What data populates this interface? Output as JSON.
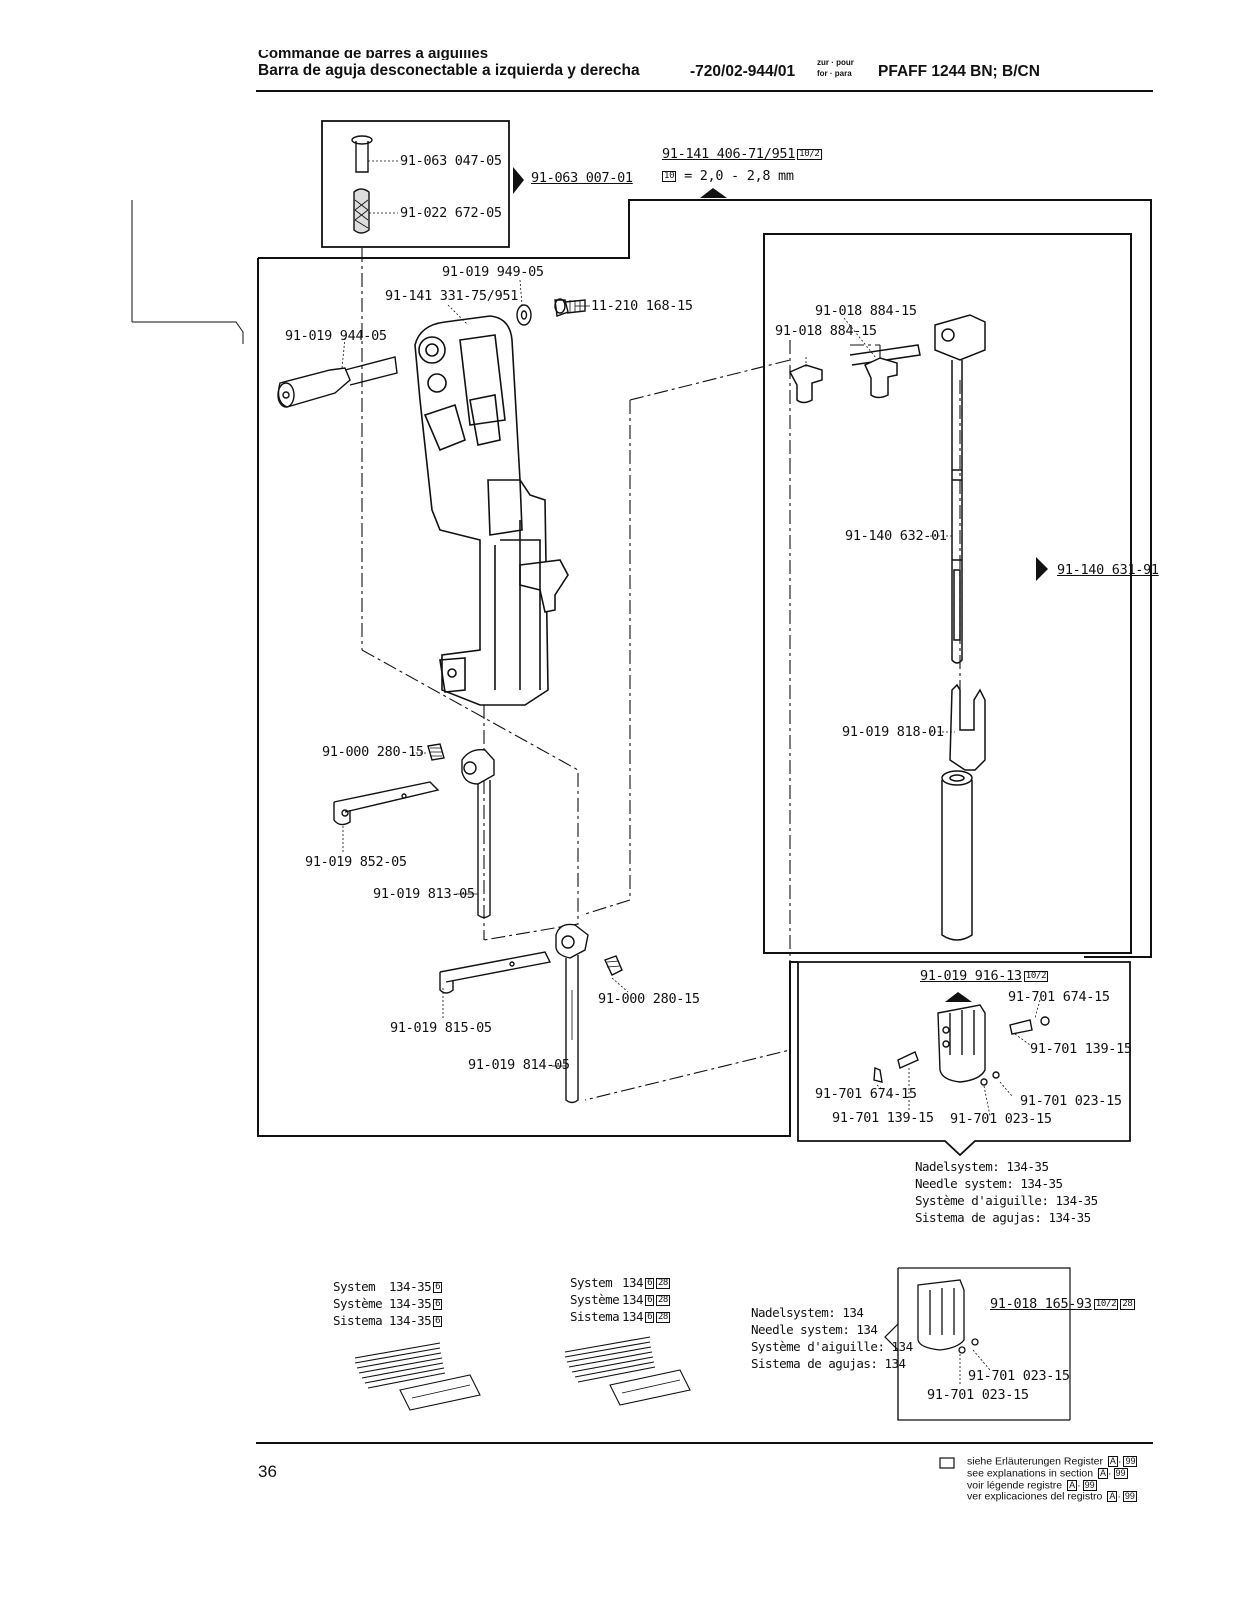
{
  "header": {
    "line1": "Commande de barres à aiguilles",
    "line2": "Barra de aguja desconectable a izquierda y derecha",
    "code": "-720/02-944/01",
    "zur_pour": "zur · pour",
    "for_para": "for · para",
    "machine": "PFAFF 1244 BN; B/CN"
  },
  "parts": {
    "kit_top": "91-063 047-05",
    "kit_bottom": "91-022 672-05",
    "kit_ref": "91-063 007-01",
    "adj_ref": "91-141 406-71/951",
    "adj_ref_tag": "10/2",
    "adj_spec_tag": "10",
    "adj_spec": "= 2,0 - 2,8 mm",
    "p_949": "91-019 949-05",
    "p_331": "91-141 331-75/951",
    "p_168": "11-210 168-15",
    "p_944": "91-019 944-05",
    "p_884a": "91-018 884-15",
    "p_884b": "91-018 884-15",
    "p_632": "91-140 632-01",
    "p_631": "91-140 631-91",
    "p_818": "91-019 818-01",
    "p_280a": "91-000 280-15",
    "p_852": "91-019 852-05",
    "p_813": "91-019 813-05",
    "p_815": "91-019 815-05",
    "p_280b": "91-000 280-15",
    "p_814": "91-019 814-05",
    "p_916": "91-019 916-13",
    "p_916_tag": "10/2",
    "p_674a": "91-701 674-15",
    "p_139a": "91-701 139-15",
    "p_023a": "91-701 023-15",
    "p_674b": "91-701 674-15",
    "p_139b": "91-701 139-15",
    "p_023b": "91-701 023-15",
    "p_165": "91-018 165-93",
    "p_165_tag1": "10/2",
    "p_165_tag2": "28",
    "p_023c": "91-701 023-15",
    "p_023d": "91-701 023-15"
  },
  "needle_system_a": [
    "Nadelsystem: 134-35",
    "Needle system: 134-35",
    "Système d'aiguille: 134-35",
    "Sistema de agujas: 134-35"
  ],
  "needle_system_b": [
    "Nadelsystem: 134",
    "Needle system: 134",
    "Système d'aiguille: 134",
    "Sistema de agujas: 134"
  ],
  "system_1": {
    "rows": [
      {
        "label": "System",
        "value": "134-35",
        "tag": "6"
      },
      {
        "label": "Système",
        "value": "134-35",
        "tag": "6"
      },
      {
        "label": "Sistema",
        "value": "134-35",
        "tag": "6"
      }
    ]
  },
  "system_2": {
    "rows": [
      {
        "label": "System",
        "value": "134",
        "tag1": "6",
        "tag2": "28"
      },
      {
        "label": "Système",
        "value": "134",
        "tag1": "6",
        "tag2": "28"
      },
      {
        "label": "Sistema",
        "value": "134",
        "tag1": "6",
        "tag2": "28"
      }
    ]
  },
  "footer": {
    "page": "36",
    "notes": [
      {
        "text": "siehe Erläuterungen Register",
        "tag1": "A",
        "tag2": "99"
      },
      {
        "text": "see explanations in section",
        "tag1": "A",
        "tag2": "99"
      },
      {
        "text": "voir légende registre",
        "tag1": "A",
        "tag2": "99"
      },
      {
        "text": "ver explicaciones del registro",
        "tag1": "A",
        "tag2": "99"
      }
    ]
  }
}
